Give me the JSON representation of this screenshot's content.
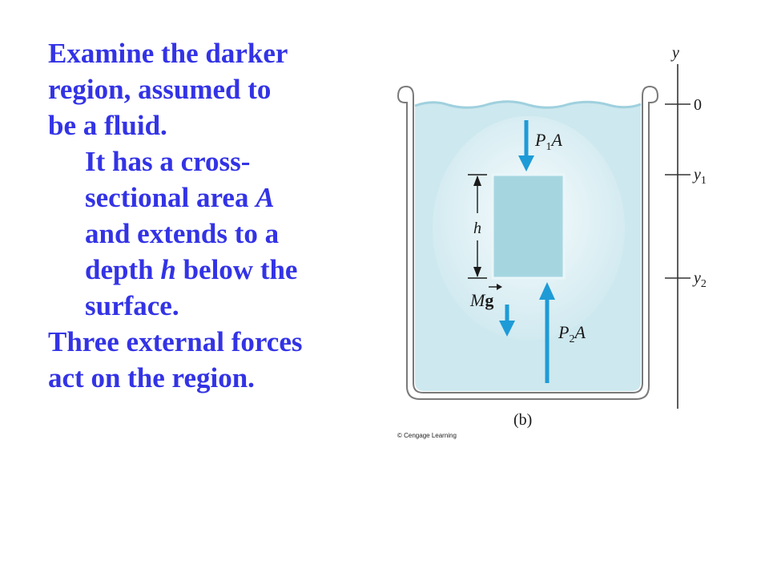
{
  "text": {
    "line1": "Examine the darker",
    "line2": "region, assumed to",
    "line3": "be a fluid.",
    "line4": "It has a cross-",
    "line5_pre": "sectional area ",
    "line5_var": "A",
    "line6": "and extends to a",
    "line7_pre": "depth ",
    "line7_var": "h",
    "line7_post": " below the",
    "line8": "surface.",
    "line9": "Three external forces",
    "line10": "act on the region."
  },
  "figure": {
    "axis_label": "y",
    "tick_0": "0",
    "tick_y1": "y",
    "tick_y1_sub": "1",
    "tick_y2": "y",
    "tick_y2_sub": "2",
    "height_label": "h",
    "force_top": "P",
    "force_top_sub": "1",
    "force_top_var": "A",
    "force_bottom": "P",
    "force_bottom_sub": "2",
    "force_bottom_var": "A",
    "weight_label": "M",
    "weight_vec": "g",
    "caption": "(b)",
    "copyright": "© Cengage Learning"
  },
  "colors": {
    "text": "#3333e6",
    "water": "#cde8ef",
    "block": "#a5d6e0",
    "arrow": "#1e9bd7",
    "container": "#7a7a7a"
  }
}
